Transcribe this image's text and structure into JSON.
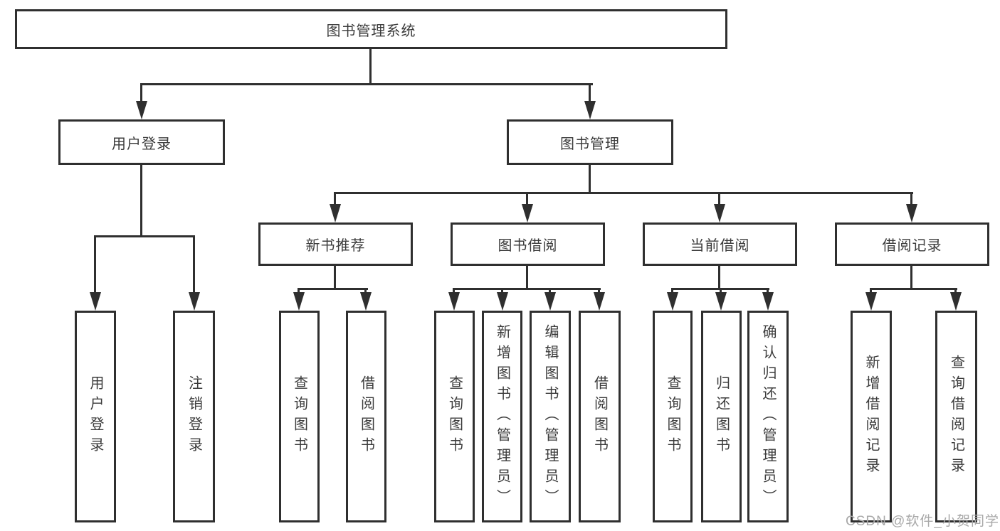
{
  "diagram": {
    "type": "tree",
    "title": "图书管理系统",
    "colors": {
      "line": "#2f2f2f",
      "box_border": "#2f2f2f",
      "text": "#3b3b3b",
      "background": "#ffffff",
      "watermark": "#a9a9a9"
    },
    "tree": {
      "label": "图书管理系统",
      "children": [
        {
          "label": "用户登录",
          "children": [
            {
              "label": "用户登录"
            },
            {
              "label": "注销登录"
            }
          ]
        },
        {
          "label": "图书管理",
          "children": [
            {
              "label": "新书推荐",
              "children": [
                {
                  "label": "查询图书"
                },
                {
                  "label": "借阅图书"
                }
              ]
            },
            {
              "label": "图书借阅",
              "children": [
                {
                  "label": "查询图书"
                },
                {
                  "label": "新增图书（管理员）"
                },
                {
                  "label": "编辑图书（管理员）"
                },
                {
                  "label": "借阅图书"
                }
              ]
            },
            {
              "label": "当前借阅",
              "children": [
                {
                  "label": "查询图书"
                },
                {
                  "label": "归还图书"
                },
                {
                  "label": "确认归还（管理员）"
                }
              ]
            },
            {
              "label": "借阅记录",
              "children": [
                {
                  "label": "新增借阅记录"
                },
                {
                  "label": "查询借阅记录"
                }
              ]
            }
          ]
        }
      ]
    }
  },
  "watermark": {
    "text": "CSDN @软件_小贺同学"
  }
}
